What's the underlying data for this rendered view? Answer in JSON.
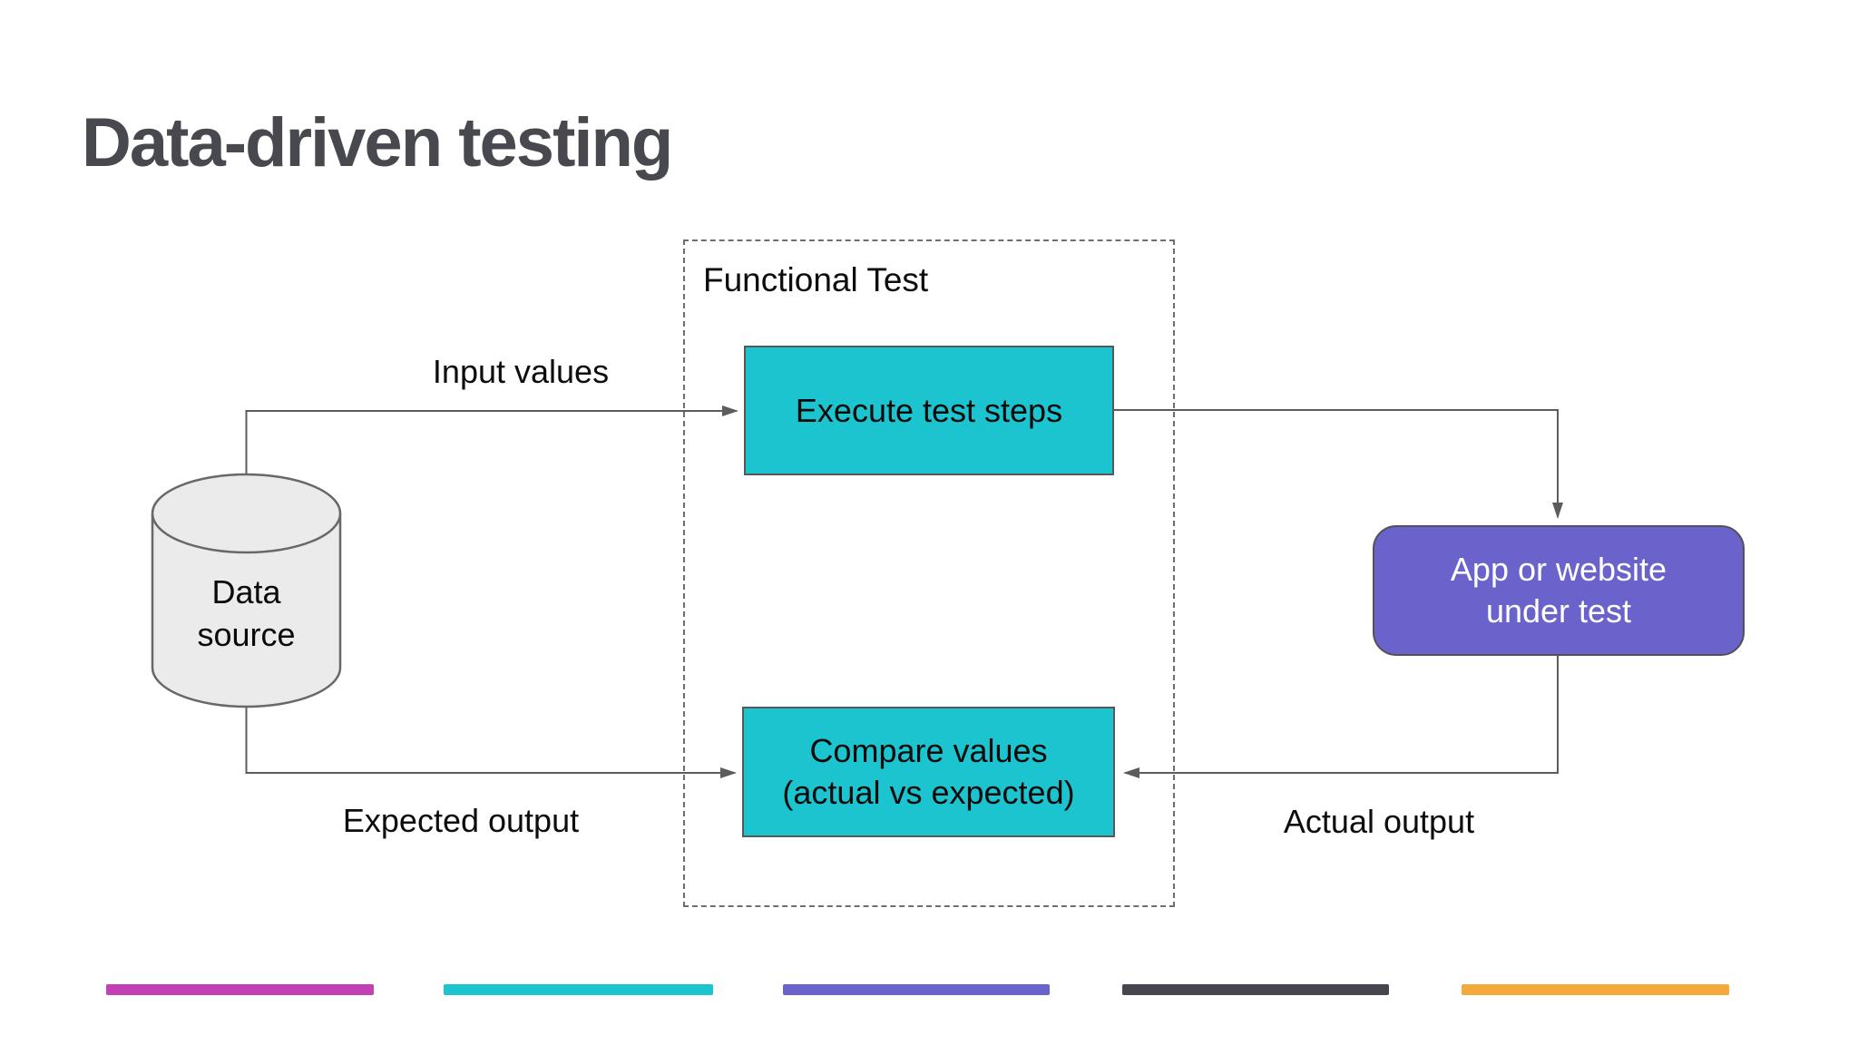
{
  "title": "Data-driven testing",
  "diagram": {
    "data_source": {
      "label": "Data source"
    },
    "functional_test": {
      "label": "Functional Test"
    },
    "execute_box": {
      "label": "Execute test steps"
    },
    "compare_box": {
      "label": "Compare values (actual vs expected)"
    },
    "app_box": {
      "label": "App or website under test"
    },
    "edges": {
      "input_label": "Input values",
      "expected_label": "Expected output",
      "actual_label": "Actual output"
    }
  },
  "colors": {
    "title_text": "#48484f",
    "line": "#5c5c5c",
    "teal_box": "#1bc4ce",
    "purple_box": "#6a63cb",
    "cylinder_fill": "#ebebeb",
    "cylinder_stroke": "#686868",
    "bar_magenta": "#c33fb4",
    "bar_teal": "#1bc4ce",
    "bar_purple": "#6a63cb",
    "bar_dark": "#47464f",
    "bar_orange": "#f3a93c"
  },
  "footer_bars": [
    {
      "name": "magenta",
      "color": "#c33fb4"
    },
    {
      "name": "teal",
      "color": "#1bc4ce"
    },
    {
      "name": "purple",
      "color": "#6a63cb"
    },
    {
      "name": "dark-gray",
      "color": "#47464f"
    },
    {
      "name": "orange",
      "color": "#f3a93c"
    }
  ]
}
